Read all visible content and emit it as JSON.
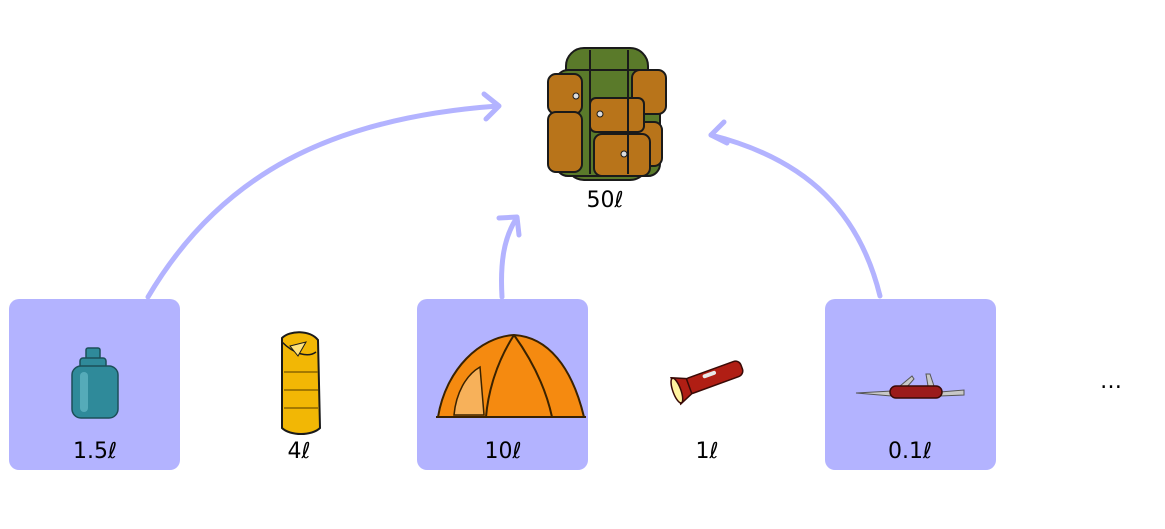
{
  "colors": {
    "highlight_box": "#b3b3ff",
    "arrow": "#b3b3ff",
    "backpack_green": "#5a7a2a",
    "backpack_pocket": "#b8741a",
    "bottle": "#2f8a9a",
    "sleeping_bag": "#f2b705",
    "tent": "#f58a10",
    "flashlight": "#b01e14",
    "knife": "#9b1b1b"
  },
  "backpack": {
    "icon": "backpack-icon",
    "label": "50ℓ"
  },
  "items": [
    {
      "icon": "water-bottle-icon",
      "label": "1.5ℓ",
      "selected": true
    },
    {
      "icon": "sleeping-bag-icon",
      "label": "4ℓ",
      "selected": false
    },
    {
      "icon": "tent-icon",
      "label": "10ℓ",
      "selected": true
    },
    {
      "icon": "flashlight-icon",
      "label": "1ℓ",
      "selected": false
    },
    {
      "icon": "pocket-knife-icon",
      "label": "0.1ℓ",
      "selected": true
    }
  ],
  "ellipsis": "…"
}
